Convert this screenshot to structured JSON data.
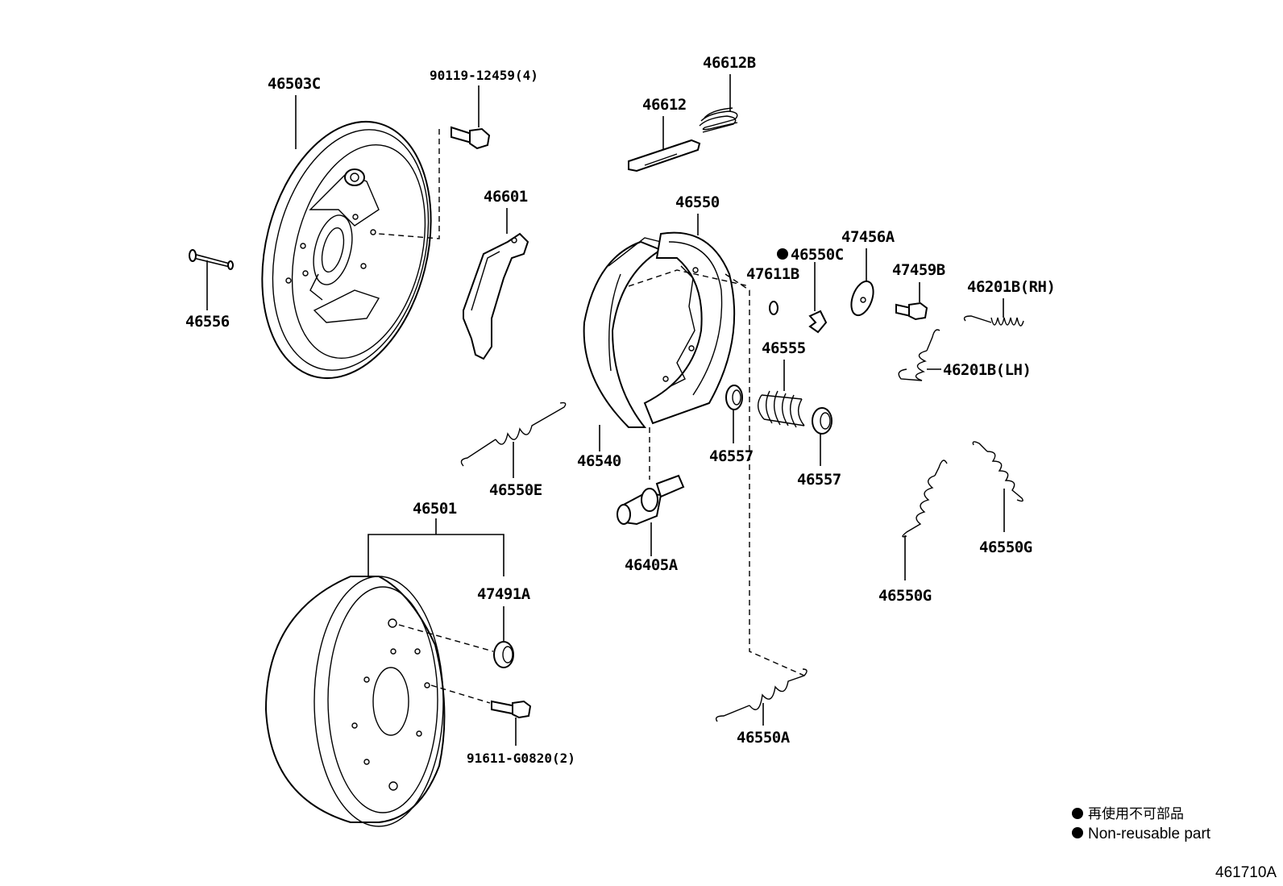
{
  "labels": {
    "p46503C": "46503C",
    "p90119": "90119-12459(4)",
    "p46612B": "46612B",
    "p46612": "46612",
    "p46601": "46601",
    "p46550": "46550",
    "p46556": "46556",
    "p46550C": "46550C",
    "p47456A": "47456A",
    "p47611B": "47611B",
    "p47459B": "47459B",
    "p46201BRH": "46201B(RH)",
    "p46201BLH": "46201B(LH)",
    "p46555": "46555",
    "p46540": "46540",
    "p46557a": "46557",
    "p46557b": "46557",
    "p46550E": "46550E",
    "p46405A": "46405A",
    "p46550G1": "46550G",
    "p46550G2": "46550G",
    "p46501": "46501",
    "p47491A": "47491A",
    "p91611": "91611-G0820(2)",
    "p46550A": "46550A"
  },
  "legend": {
    "jp": "再使用不可部品",
    "en": "Non-reusable part"
  },
  "figure_id": "461710A"
}
